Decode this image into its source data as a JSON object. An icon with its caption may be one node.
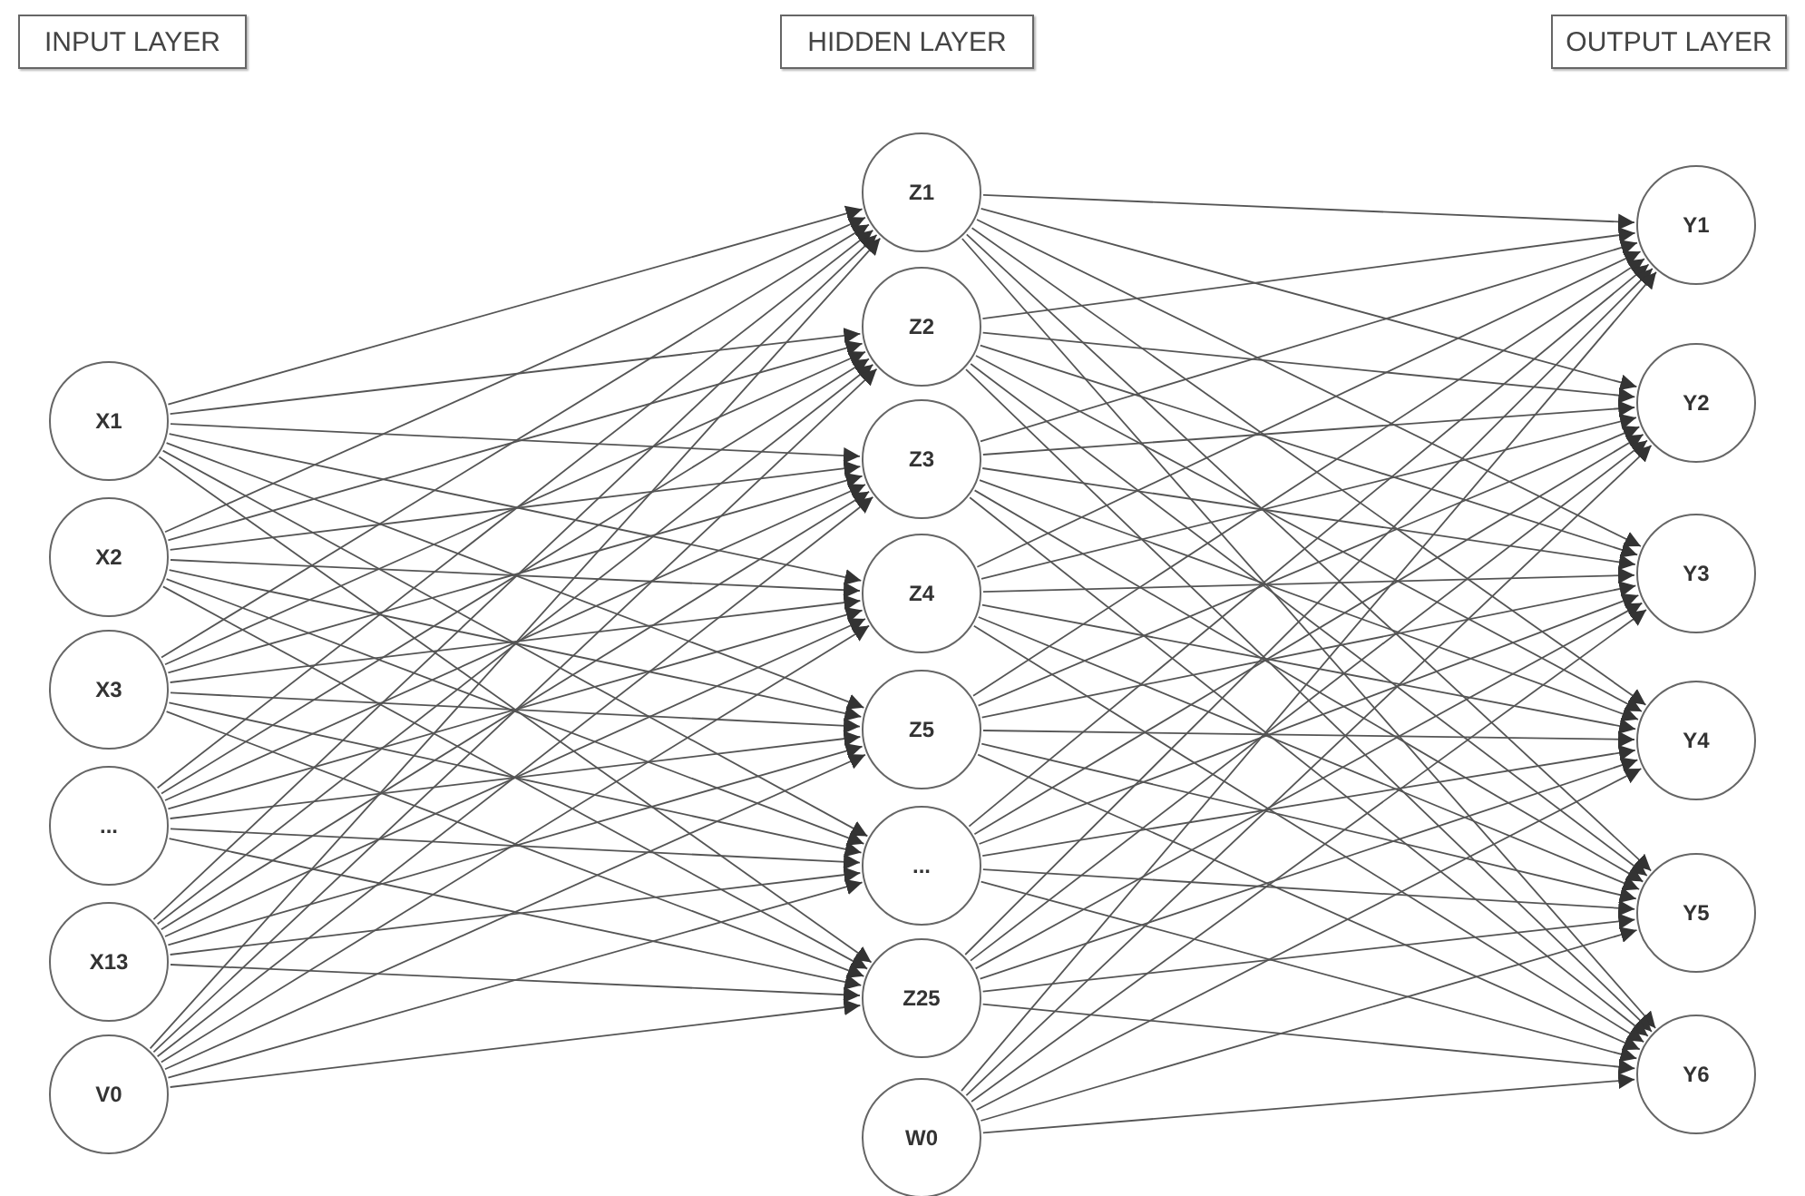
{
  "diagram": {
    "nodes": [
      {
        "text": [
          "INPUT LAYER"
        ]
      },
      {
        "text": [
          "HIDDEN LAYER"
        ]
      },
      {
        "text": [
          "OUTPUT LAYER"
        ]
      },
      {
        "text": [
          "X1"
        ]
      },
      {
        "text": [
          "X2"
        ]
      },
      {
        "text": [
          "X3"
        ]
      },
      {
        "text": [
          "..."
        ]
      },
      {
        "text": [
          "X13"
        ]
      },
      {
        "text": [
          "V0"
        ]
      },
      {
        "text": [
          "Z1"
        ]
      },
      {
        "text": [
          "Z2"
        ]
      },
      {
        "text": [
          "Z3"
        ]
      },
      {
        "text": [
          "Z4"
        ]
      },
      {
        "text": [
          "Z5"
        ]
      },
      {
        "text": [
          "..."
        ]
      },
      {
        "text": [
          "Z25"
        ]
      },
      {
        "text": [
          "W0"
        ]
      },
      {
        "text": [
          "Y1"
        ]
      },
      {
        "text": [
          "Y2"
        ]
      },
      {
        "text": [
          "Y3"
        ]
      },
      {
        "text": [
          "Y4"
        ]
      },
      {
        "text": [
          "Y5"
        ]
      },
      {
        "text": [
          "Y6"
        ]
      }
    ],
    "edges": [
      {
        "from": 3,
        "to": 9,
        "arrow": "to"
      },
      {
        "from": 3,
        "to": 10,
        "arrow": "to"
      },
      {
        "from": 3,
        "to": 11,
        "arrow": "to"
      },
      {
        "from": 3,
        "to": 12,
        "arrow": "to"
      },
      {
        "from": 3,
        "to": 13,
        "arrow": "to"
      },
      {
        "from": 3,
        "to": 14,
        "arrow": "to"
      },
      {
        "from": 3,
        "to": 15,
        "arrow": "to"
      },
      {
        "from": 4,
        "to": 9,
        "arrow": "to"
      },
      {
        "from": 4,
        "to": 10,
        "arrow": "to"
      },
      {
        "from": 4,
        "to": 11,
        "arrow": "to"
      },
      {
        "from": 4,
        "to": 12,
        "arrow": "to"
      },
      {
        "from": 4,
        "to": 13,
        "arrow": "to"
      },
      {
        "from": 4,
        "to": 14,
        "arrow": "to"
      },
      {
        "from": 4,
        "to": 15,
        "arrow": "to"
      },
      {
        "from": 5,
        "to": 9,
        "arrow": "to"
      },
      {
        "from": 5,
        "to": 10,
        "arrow": "to"
      },
      {
        "from": 5,
        "to": 11,
        "arrow": "to"
      },
      {
        "from": 5,
        "to": 12,
        "arrow": "to"
      },
      {
        "from": 5,
        "to": 13,
        "arrow": "to"
      },
      {
        "from": 5,
        "to": 14,
        "arrow": "to"
      },
      {
        "from": 5,
        "to": 15,
        "arrow": "to"
      },
      {
        "from": 6,
        "to": 9,
        "arrow": "to"
      },
      {
        "from": 6,
        "to": 10,
        "arrow": "to"
      },
      {
        "from": 6,
        "to": 11,
        "arrow": "to"
      },
      {
        "from": 6,
        "to": 12,
        "arrow": "to"
      },
      {
        "from": 6,
        "to": 13,
        "arrow": "to"
      },
      {
        "from": 6,
        "to": 14,
        "arrow": "to"
      },
      {
        "from": 6,
        "to": 15,
        "arrow": "to"
      },
      {
        "from": 7,
        "to": 9,
        "arrow": "to"
      },
      {
        "from": 7,
        "to": 10,
        "arrow": "to"
      },
      {
        "from": 7,
        "to": 11,
        "arrow": "to"
      },
      {
        "from": 7,
        "to": 12,
        "arrow": "to"
      },
      {
        "from": 7,
        "to": 13,
        "arrow": "to"
      },
      {
        "from": 7,
        "to": 14,
        "arrow": "to"
      },
      {
        "from": 7,
        "to": 15,
        "arrow": "to"
      },
      {
        "from": 8,
        "to": 9,
        "arrow": "to"
      },
      {
        "from": 8,
        "to": 10,
        "arrow": "to"
      },
      {
        "from": 8,
        "to": 11,
        "arrow": "to"
      },
      {
        "from": 8,
        "to": 12,
        "arrow": "to"
      },
      {
        "from": 8,
        "to": 13,
        "arrow": "to"
      },
      {
        "from": 8,
        "to": 14,
        "arrow": "to"
      },
      {
        "from": 8,
        "to": 15,
        "arrow": "to"
      },
      {
        "from": 9,
        "to": 17,
        "arrow": "to"
      },
      {
        "from": 9,
        "to": 18,
        "arrow": "to"
      },
      {
        "from": 9,
        "to": 19,
        "arrow": "to"
      },
      {
        "from": 9,
        "to": 20,
        "arrow": "to"
      },
      {
        "from": 9,
        "to": 21,
        "arrow": "to"
      },
      {
        "from": 9,
        "to": 22,
        "arrow": "to"
      },
      {
        "from": 10,
        "to": 17,
        "arrow": "to"
      },
      {
        "from": 10,
        "to": 18,
        "arrow": "to"
      },
      {
        "from": 10,
        "to": 19,
        "arrow": "to"
      },
      {
        "from": 10,
        "to": 20,
        "arrow": "to"
      },
      {
        "from": 10,
        "to": 21,
        "arrow": "to"
      },
      {
        "from": 10,
        "to": 22,
        "arrow": "to"
      },
      {
        "from": 11,
        "to": 17,
        "arrow": "to"
      },
      {
        "from": 11,
        "to": 18,
        "arrow": "to"
      },
      {
        "from": 11,
        "to": 19,
        "arrow": "to"
      },
      {
        "from": 11,
        "to": 20,
        "arrow": "to"
      },
      {
        "from": 11,
        "to": 21,
        "arrow": "to"
      },
      {
        "from": 11,
        "to": 22,
        "arrow": "to"
      },
      {
        "from": 12,
        "to": 17,
        "arrow": "to"
      },
      {
        "from": 12,
        "to": 18,
        "arrow": "to"
      },
      {
        "from": 12,
        "to": 19,
        "arrow": "to"
      },
      {
        "from": 12,
        "to": 20,
        "arrow": "to"
      },
      {
        "from": 12,
        "to": 21,
        "arrow": "to"
      },
      {
        "from": 12,
        "to": 22,
        "arrow": "to"
      },
      {
        "from": 13,
        "to": 17,
        "arrow": "to"
      },
      {
        "from": 13,
        "to": 18,
        "arrow": "to"
      },
      {
        "from": 13,
        "to": 19,
        "arrow": "to"
      },
      {
        "from": 13,
        "to": 20,
        "arrow": "to"
      },
      {
        "from": 13,
        "to": 21,
        "arrow": "to"
      },
      {
        "from": 13,
        "to": 22,
        "arrow": "to"
      },
      {
        "from": 14,
        "to": 17,
        "arrow": "to"
      },
      {
        "from": 14,
        "to": 18,
        "arrow": "to"
      },
      {
        "from": 14,
        "to": 19,
        "arrow": "to"
      },
      {
        "from": 14,
        "to": 20,
        "arrow": "to"
      },
      {
        "from": 14,
        "to": 21,
        "arrow": "to"
      },
      {
        "from": 14,
        "to": 22,
        "arrow": "to"
      },
      {
        "from": 15,
        "to": 17,
        "arrow": "to"
      },
      {
        "from": 15,
        "to": 18,
        "arrow": "to"
      },
      {
        "from": 15,
        "to": 19,
        "arrow": "to"
      },
      {
        "from": 15,
        "to": 20,
        "arrow": "to"
      },
      {
        "from": 15,
        "to": 21,
        "arrow": "to"
      },
      {
        "from": 15,
        "to": 22,
        "arrow": "to"
      },
      {
        "from": 16,
        "to": 17,
        "arrow": "to"
      },
      {
        "from": 16,
        "to": 18,
        "arrow": "to"
      },
      {
        "from": 16,
        "to": 19,
        "arrow": "to"
      },
      {
        "from": 16,
        "to": 20,
        "arrow": "to"
      },
      {
        "from": 16,
        "to": 21,
        "arrow": "to"
      },
      {
        "from": 16,
        "to": 22,
        "arrow": "to"
      }
    ]
  }
}
